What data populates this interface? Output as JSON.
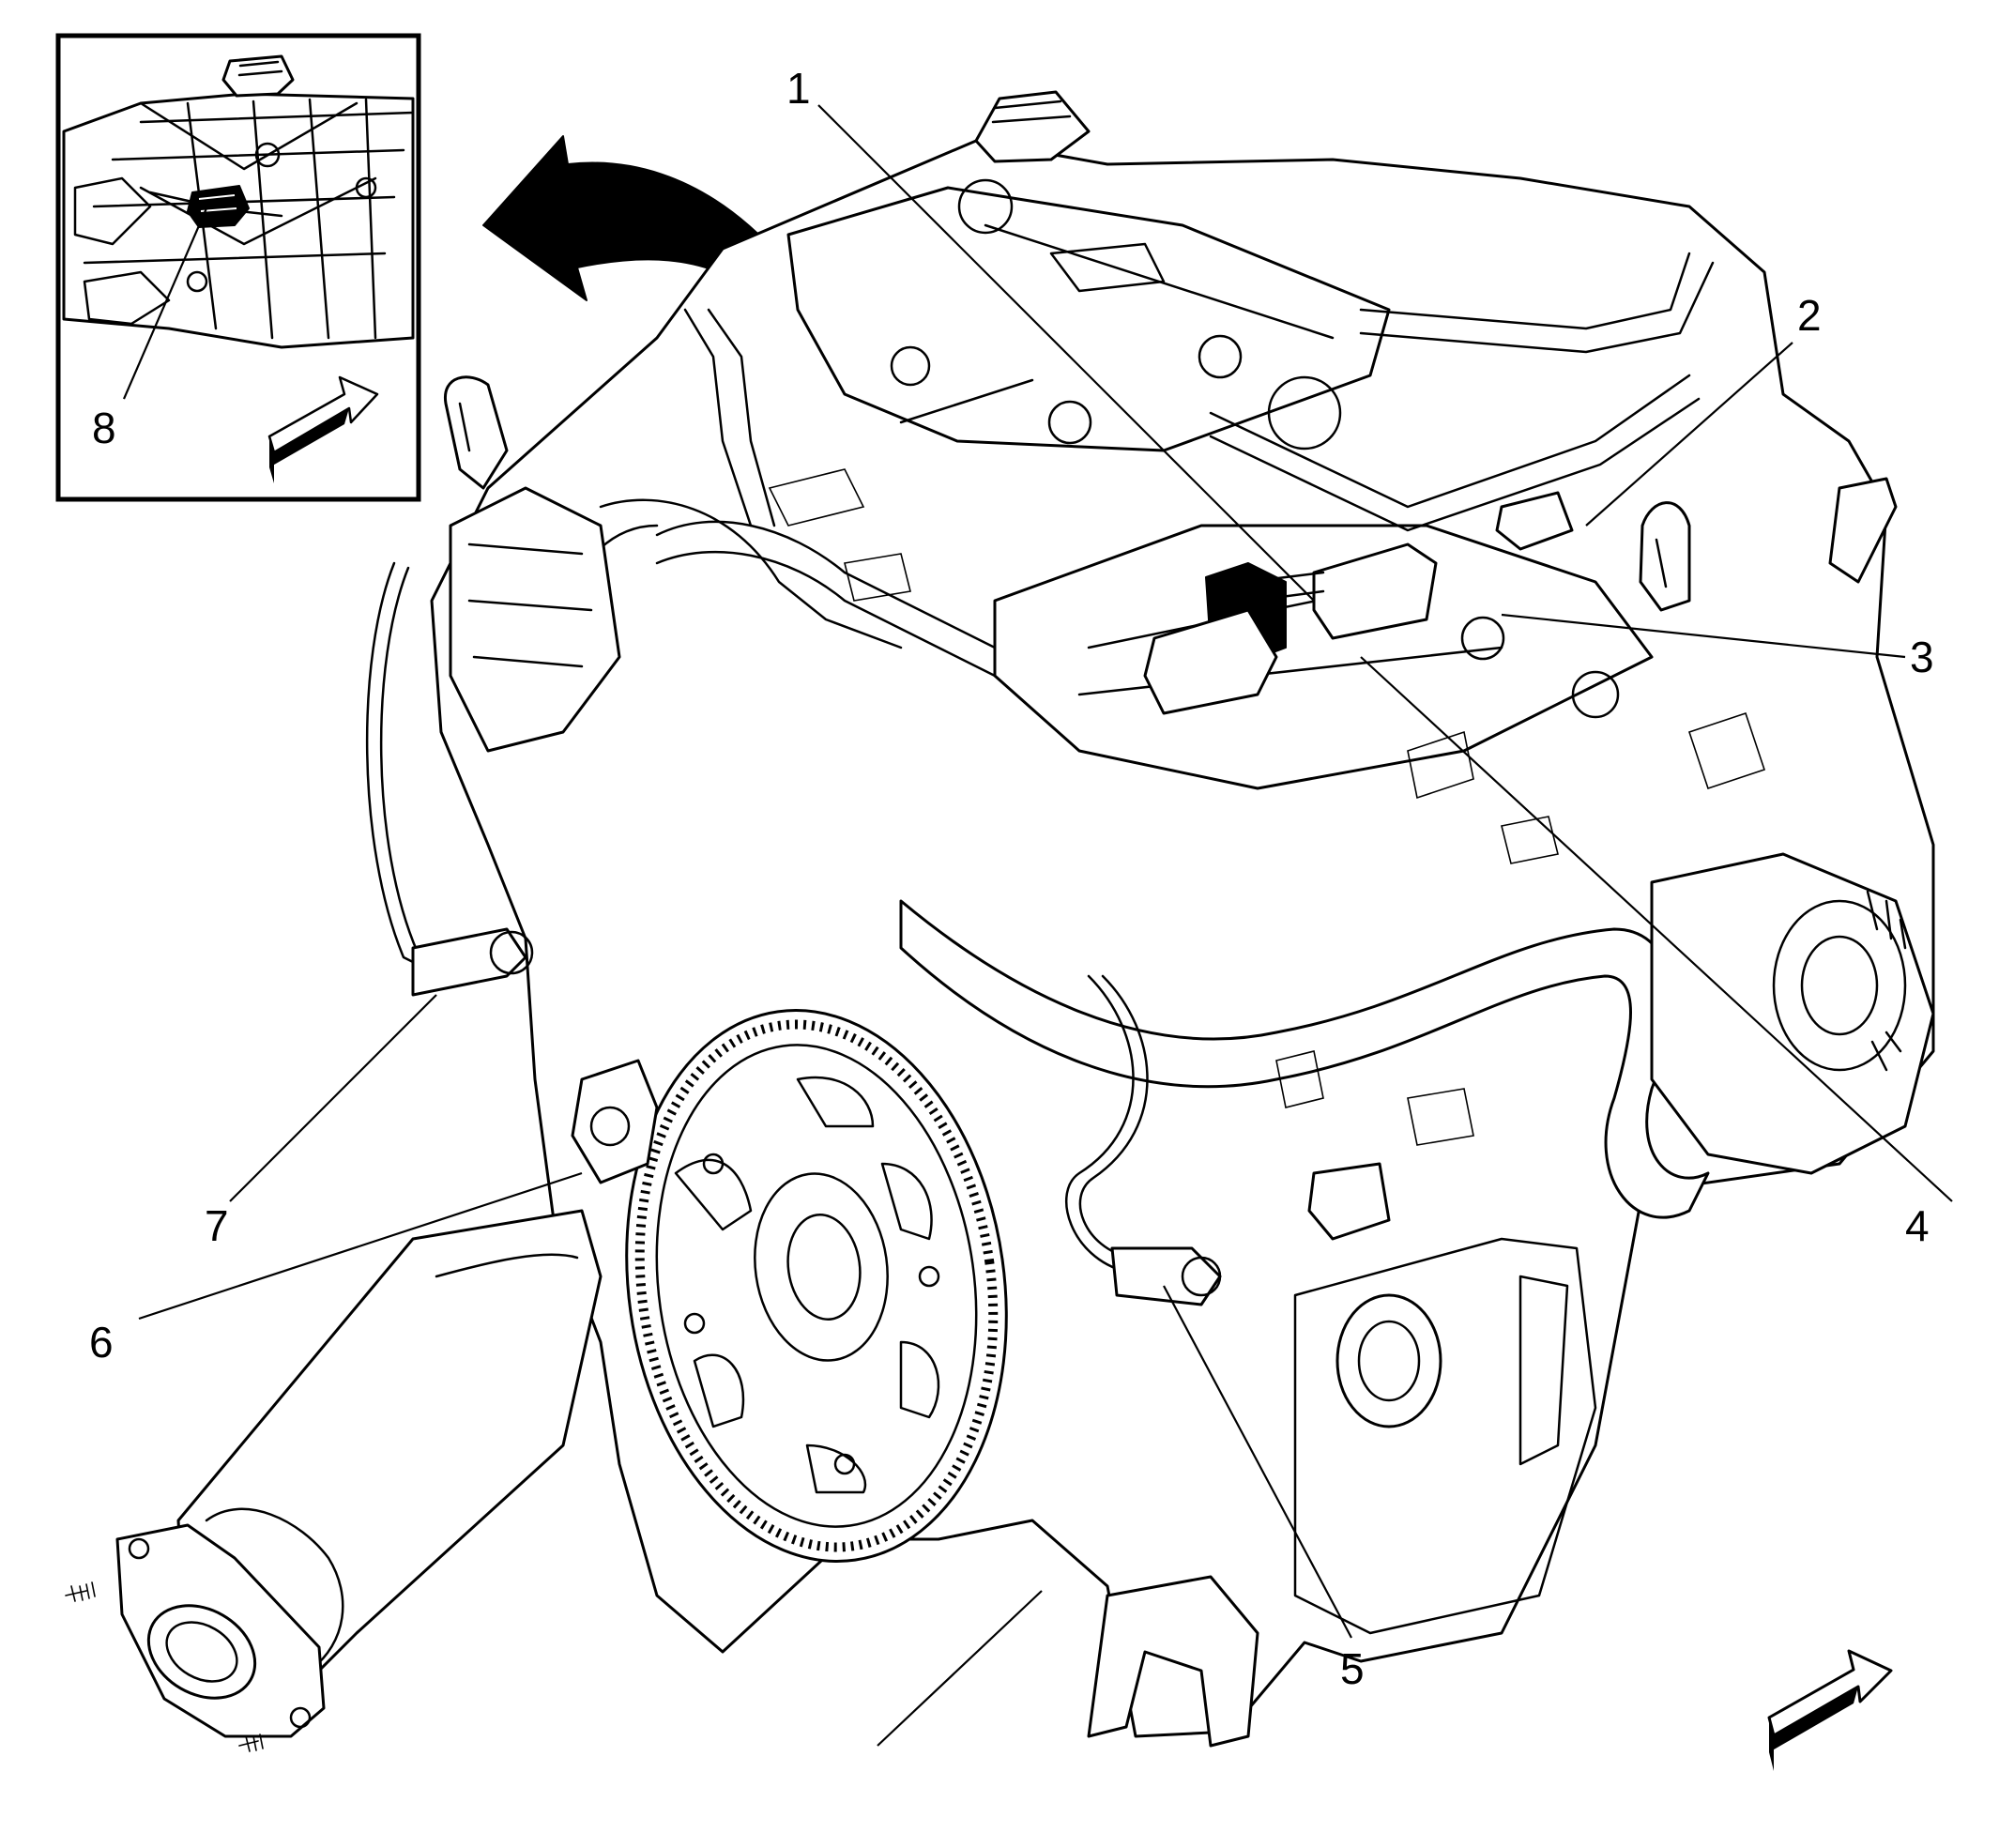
{
  "callouts": [
    {
      "id": 1,
      "label": "1"
    },
    {
      "id": 2,
      "label": "2"
    },
    {
      "id": 3,
      "label": "3"
    },
    {
      "id": 4,
      "label": "4"
    },
    {
      "id": 5,
      "label": "5"
    },
    {
      "id": 6,
      "label": "6"
    },
    {
      "id": 7,
      "label": "7"
    },
    {
      "id": 8,
      "label": "8"
    }
  ],
  "icons": {
    "inset_direction": "direction-arrow-icon",
    "main_direction": "direction-arrow-icon",
    "rotation": "curved-rotation-arrow-icon"
  }
}
